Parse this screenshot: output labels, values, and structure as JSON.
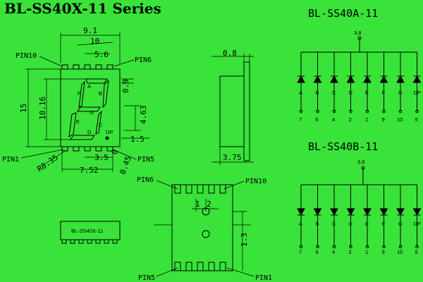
{
  "title": "BL-SS40X-11 Series",
  "front_view": {
    "pin_labels": {
      "pin10": "PIN10",
      "pin6": "PIN6",
      "pin1": "PIN1",
      "pin5": "PIN5"
    },
    "dims": {
      "width": "9.1",
      "d10": "10",
      "d56": "5.6",
      "d09": "0.9",
      "d15": "15",
      "d1016": "10.16",
      "d463": "4.63",
      "d15b": "1.5",
      "d35": "3.5",
      "d752": "7.52",
      "r035": "R0.35",
      "d045": "0.45",
      "d0": "0"
    },
    "segment_letters": {
      "A": "A",
      "B": "B",
      "C": "C",
      "D": "D",
      "E": "E",
      "F": "F",
      "G": "G",
      "DP": "DP"
    }
  },
  "side_view": {
    "dims": {
      "top": "0.8",
      "bottom": "3.75"
    }
  },
  "bottom_view": {
    "pin_labels": {
      "pin6": "PIN6",
      "pin10": "PIN10",
      "pin5": "PIN5",
      "pin1": "PIN1"
    },
    "dims": {
      "left": "1",
      "right": "2",
      "vert": "1.3"
    }
  },
  "package_label": "BL-SS40X-11",
  "circuit_a": {
    "title": "BL-SS40A-11",
    "common_pins": "3,8",
    "segments": [
      "A",
      "B",
      "C",
      "D",
      "E",
      "F",
      "G",
      "DP"
    ],
    "pins": [
      "7",
      "6",
      "4",
      "2",
      "1",
      "9",
      "10",
      "5"
    ]
  },
  "circuit_b": {
    "title": "BL-SS40B-11",
    "common_pins": "3,8",
    "segments": [
      "A",
      "B",
      "C",
      "D",
      "E",
      "F",
      "G",
      "DP"
    ],
    "pins": [
      "7",
      "6",
      "4",
      "2",
      "1",
      "9",
      "10",
      "5"
    ]
  }
}
